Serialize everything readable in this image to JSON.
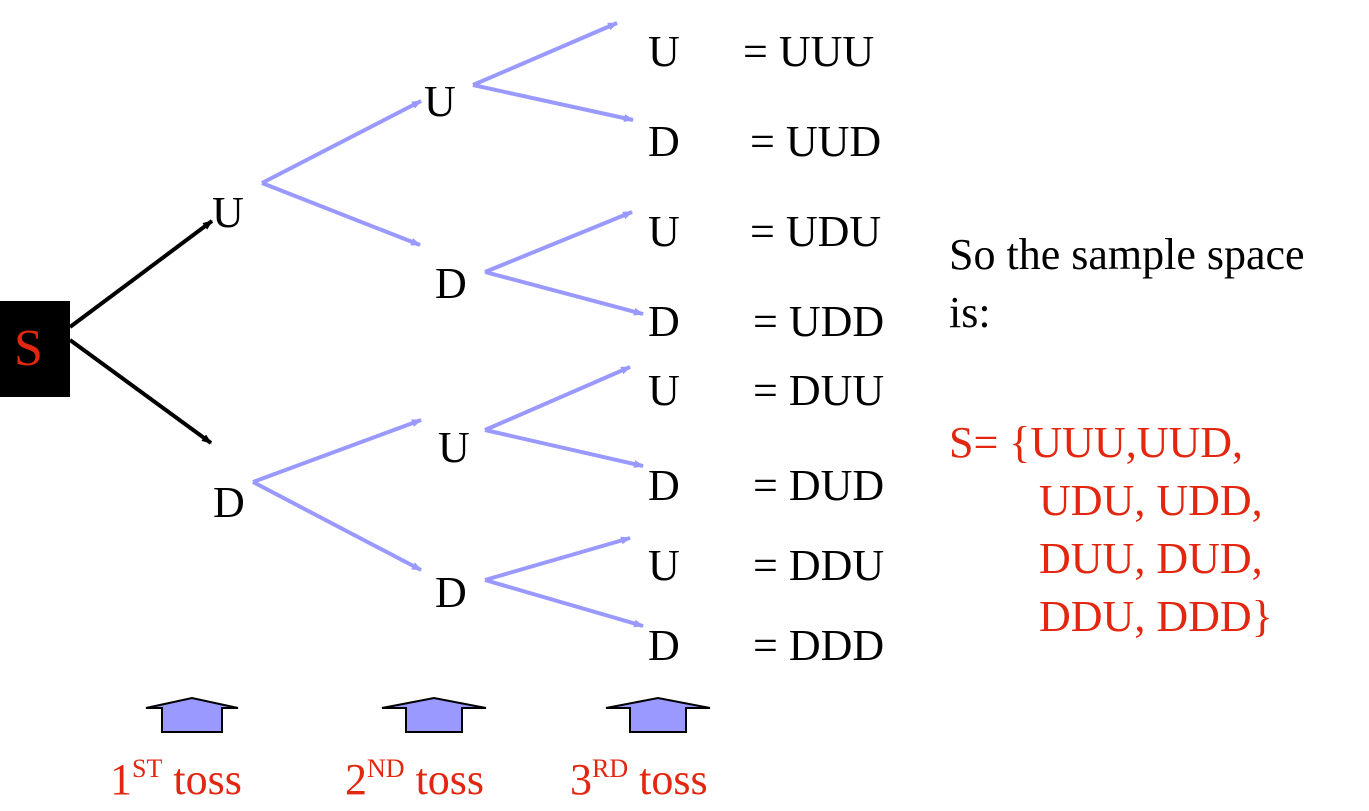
{
  "diagram": {
    "root": {
      "label": "S"
    },
    "level1": [
      {
        "id": "U",
        "label": "U"
      },
      {
        "id": "D",
        "label": "D"
      }
    ],
    "level2": [
      {
        "id": "UU",
        "label": "U"
      },
      {
        "id": "UD",
        "label": "D"
      },
      {
        "id": "DU",
        "label": "U"
      },
      {
        "id": "DD",
        "label": "D"
      }
    ],
    "level3": [
      {
        "id": "UUU",
        "label": "U",
        "outcome": "= UUU"
      },
      {
        "id": "UUD",
        "label": "D",
        "outcome": "= UUD"
      },
      {
        "id": "UDU",
        "label": "U",
        "outcome": "= UDU"
      },
      {
        "id": "UDD",
        "label": "D",
        "outcome": "= UDD"
      },
      {
        "id": "DUU",
        "label": "U",
        "outcome": "= DUU"
      },
      {
        "id": "DUD",
        "label": "D",
        "outcome": "= DUD"
      },
      {
        "id": "DDU",
        "label": "U",
        "outcome": "= DDU"
      },
      {
        "id": "DDD",
        "label": "D",
        "outcome": "= DDD"
      }
    ],
    "tosses": [
      {
        "num": "1",
        "sup": "ST",
        "word": " toss"
      },
      {
        "num": "2",
        "sup": "ND",
        "word": " toss"
      },
      {
        "num": "3",
        "sup": "RD",
        "word": " toss"
      }
    ]
  },
  "summary": {
    "line1": "So the sample space",
    "line2": "is:"
  },
  "sample_space": {
    "line1": "S= {UUU,UUD,",
    "line2": "UDU, UDD,",
    "line3": "DUU, DUD,",
    "line4": "DDU, DDD}"
  },
  "colors": {
    "red": "#e2260f",
    "branch_black": "#000000",
    "branch_blue": "#9999ff",
    "toss_arrow_fill": "#9999ff"
  }
}
